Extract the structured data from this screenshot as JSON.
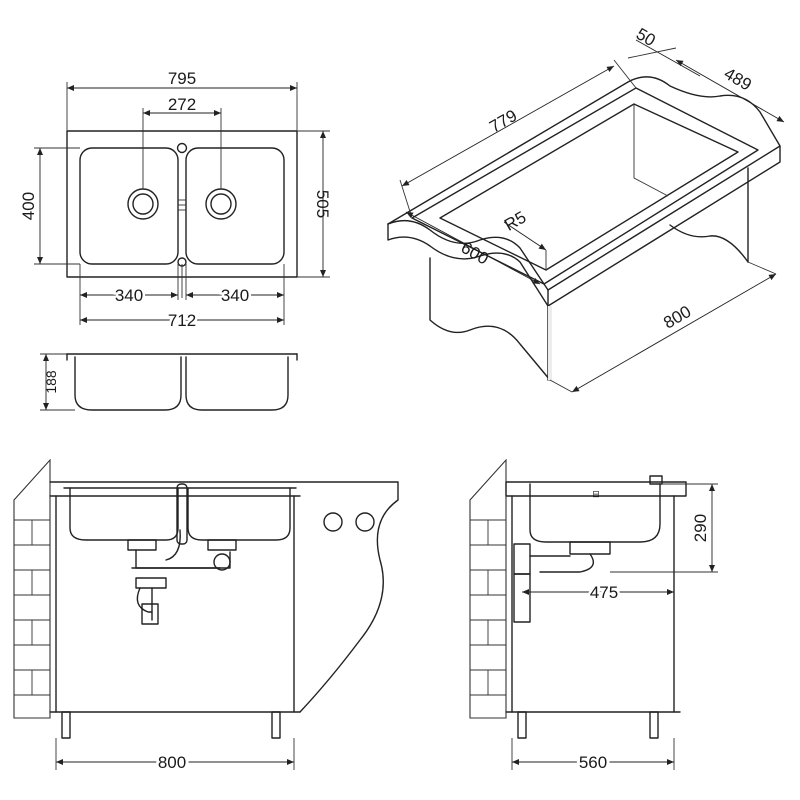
{
  "top_view": {
    "overall_width": "795",
    "drain_spacing": "272",
    "bowl_height": "400",
    "overall_depth": "505",
    "left_bowl_width": "340",
    "right_bowl_width": "340",
    "bowls_total_width": "712"
  },
  "side_view": {
    "bowl_depth": "188"
  },
  "isometric_view": {
    "lip_width": "50",
    "depth": "489",
    "length": "779",
    "corner_radius": "R5",
    "cabinet_depth": "600",
    "cabinet_width": "800"
  },
  "front_install_view": {
    "cabinet_width": "800"
  },
  "side_install_view": {
    "sink_height": "290",
    "drain_offset": "475",
    "cabinet_depth": "560"
  }
}
